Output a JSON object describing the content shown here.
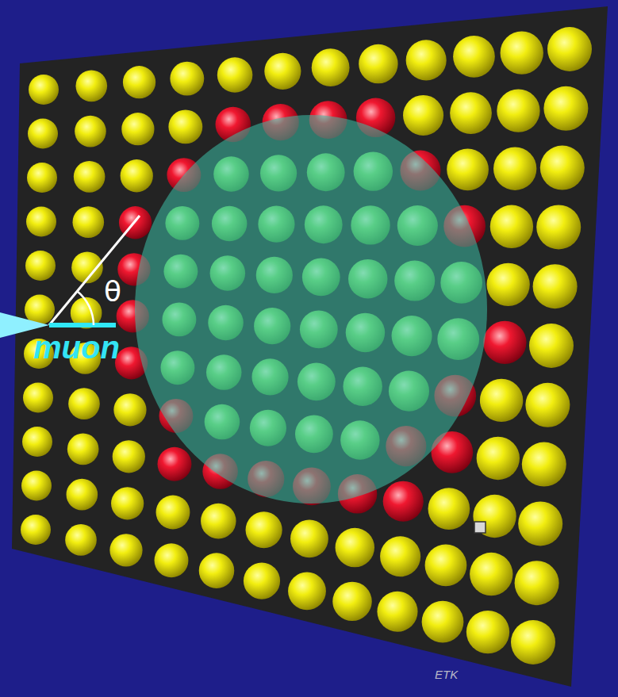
{
  "diagram": {
    "labels": [
      "muon",
      "θ",
      "ETK"
    ]
  }
}
